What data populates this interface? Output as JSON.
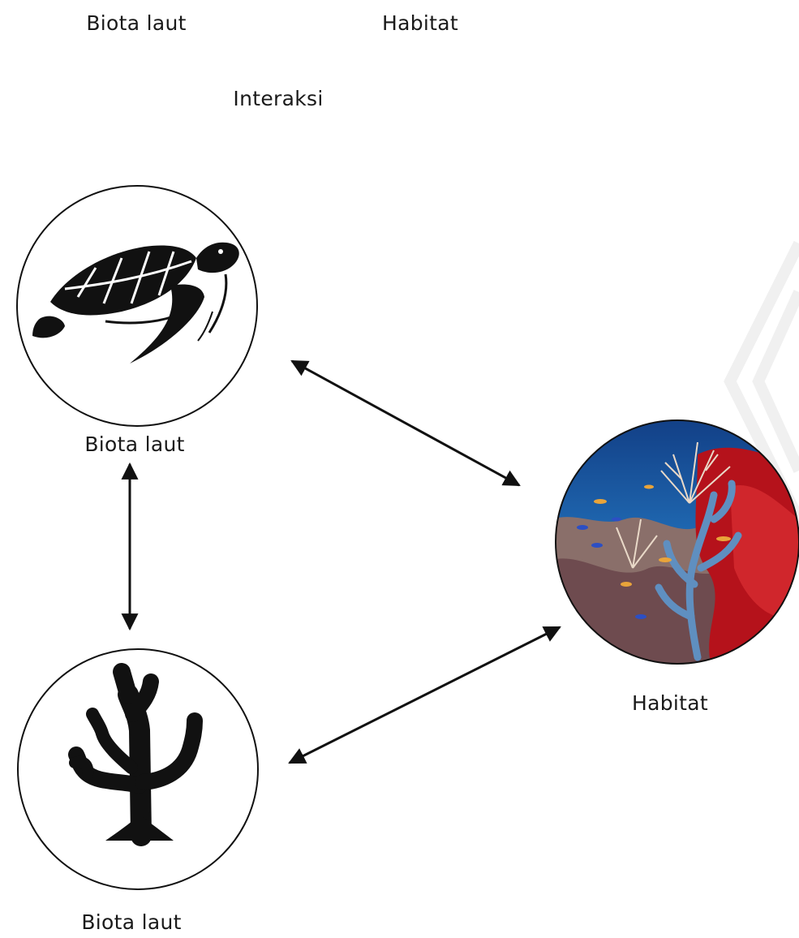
{
  "legend": {
    "biota": "Biota laut",
    "habitat": "Habitat",
    "interaction": "Interaksi"
  },
  "nodes": {
    "turtle": {
      "label": "Biota laut",
      "icon": "sea-turtle-icon"
    },
    "reef": {
      "label": "Habitat",
      "icon": "coral-reef-photo"
    },
    "coral": {
      "label": "Biota laut",
      "icon": "coral-branch-icon"
    }
  },
  "edges": [
    {
      "from": "turtle",
      "to": "reef",
      "type": "bidirectional"
    },
    {
      "from": "turtle",
      "to": "coral",
      "type": "bidirectional"
    },
    {
      "from": "coral",
      "to": "reef",
      "type": "bidirectional"
    }
  ],
  "colors": {
    "ink": "#111111",
    "water": "#1f5fa6",
    "coral_red": "#b5121b",
    "coral_blue": "#5f8fc0"
  }
}
